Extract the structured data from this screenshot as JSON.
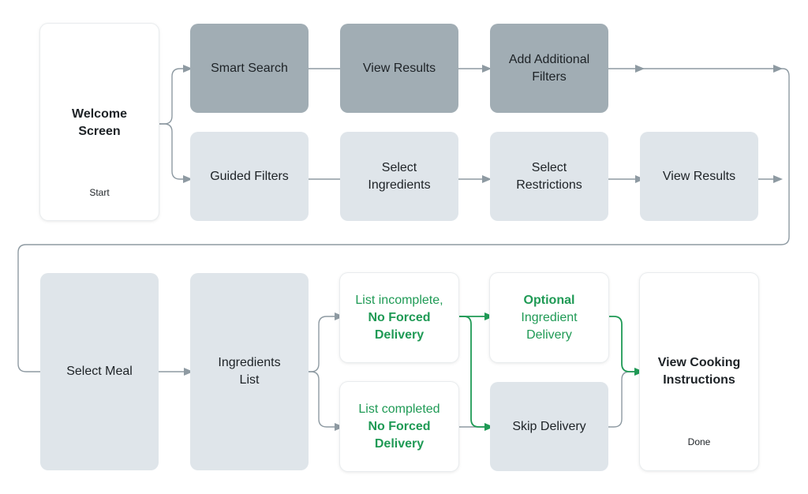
{
  "nodes": {
    "welcome": {
      "title_lines": [
        "Welcome",
        "Screen"
      ],
      "subtitle": "Start"
    },
    "smart_search": {
      "label": "Smart Search"
    },
    "view_results_top": {
      "label": "View Results"
    },
    "add_filters": {
      "lines": [
        "Add Additional",
        "Filters"
      ]
    },
    "guided_filters": {
      "label": "Guided Filters"
    },
    "select_ingredients": {
      "lines": [
        "Select",
        "Ingredients"
      ]
    },
    "select_restrictions": {
      "lines": [
        "Select",
        "Restrictions"
      ]
    },
    "view_results_mid": {
      "label": "View Results"
    },
    "select_meal": {
      "label": "Select Meal"
    },
    "ingredients_list": {
      "lines": [
        "Ingredients",
        "List"
      ]
    },
    "list_incomplete": {
      "lines": [
        "List incomplete,",
        "No Forced",
        "Delivery"
      ]
    },
    "list_completed": {
      "lines": [
        "List completed",
        "No Forced",
        "Delivery"
      ]
    },
    "optional_delivery": {
      "lines": [
        "Optional",
        "Ingredient",
        "Delivery"
      ]
    },
    "skip_delivery": {
      "label": "Skip Delivery"
    },
    "view_cooking": {
      "title_lines": [
        "View Cooking",
        "Instructions"
      ],
      "subtitle": "Done"
    }
  },
  "colors": {
    "primary_node": "#a1adb4",
    "secondary_node": "#dfe5ea",
    "terminal_node": "#ffffff",
    "connector": "#8e9aa2",
    "highlight_path": "#1f9a55"
  }
}
